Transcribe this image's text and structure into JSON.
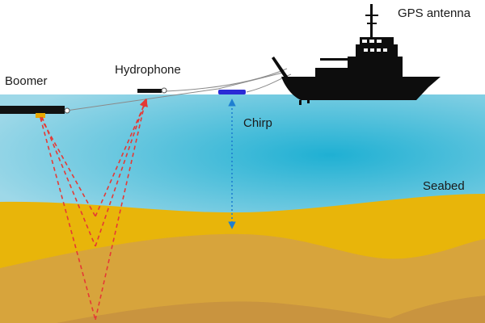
{
  "labels": {
    "gps_antenna": "GPS antenna",
    "boomer": "Boomer",
    "hydrophone": "Hydrophone",
    "chirp": "Chirp",
    "seabed": "Seabed"
  },
  "colors": {
    "sky": "#ffffff",
    "water_top": "#9ed8e8",
    "water_center": "#1fb0d3",
    "sediment_top": "#e8b50a",
    "sediment_mid": "#d7a43c",
    "sediment_bottom": "#c9943f",
    "ship": "#0d0d0d",
    "ray": "#e53935",
    "chirp_beam": "#1e7fd1",
    "chirp_device": "#2b2bd6"
  }
}
